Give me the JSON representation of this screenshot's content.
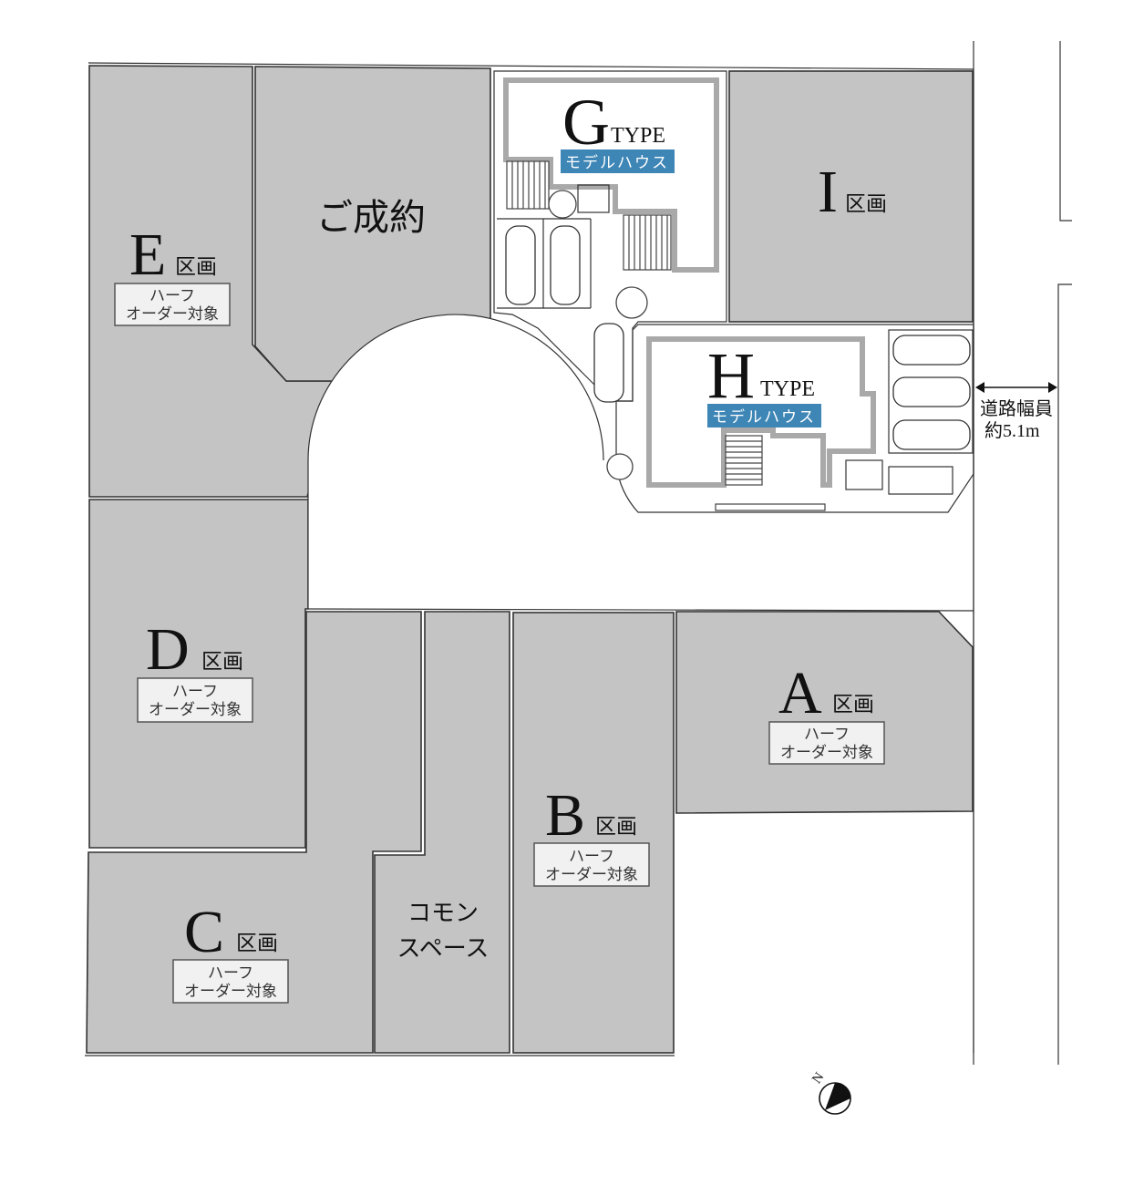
{
  "lots": {
    "e": {
      "letter": "E",
      "suffix": "区画",
      "badge1": "ハーフ",
      "badge2": "オーダー対象"
    },
    "d": {
      "letter": "D",
      "suffix": "区画",
      "badge1": "ハーフ",
      "badge2": "オーダー対象"
    },
    "c": {
      "letter": "C",
      "suffix": "区画",
      "badge1": "ハーフ",
      "badge2": "オーダー対象"
    },
    "b": {
      "letter": "B",
      "suffix": "区画",
      "badge1": "ハーフ",
      "badge2": "オーダー対象"
    },
    "a": {
      "letter": "A",
      "suffix": "区画",
      "badge1": "ハーフ",
      "badge2": "オーダー対象"
    },
    "i": {
      "letter": "I",
      "suffix": "区画"
    },
    "sold": {
      "label": "ご成約"
    },
    "common": {
      "line1": "コモン",
      "line2": "スペース"
    }
  },
  "models": {
    "g": {
      "letter": "G",
      "type": "TYPE",
      "badge": "モデルハウス"
    },
    "h": {
      "letter": "H",
      "type": "TYPE",
      "badge": "モデルハウス"
    }
  },
  "road": {
    "line1": "道路幅員",
    "line2": "約5.1m"
  },
  "compass": {
    "north": "N"
  },
  "colors": {
    "lot_fill": "#c4c4c4",
    "model_badge": "#3e86b6",
    "wall": "#a9a9a9"
  }
}
